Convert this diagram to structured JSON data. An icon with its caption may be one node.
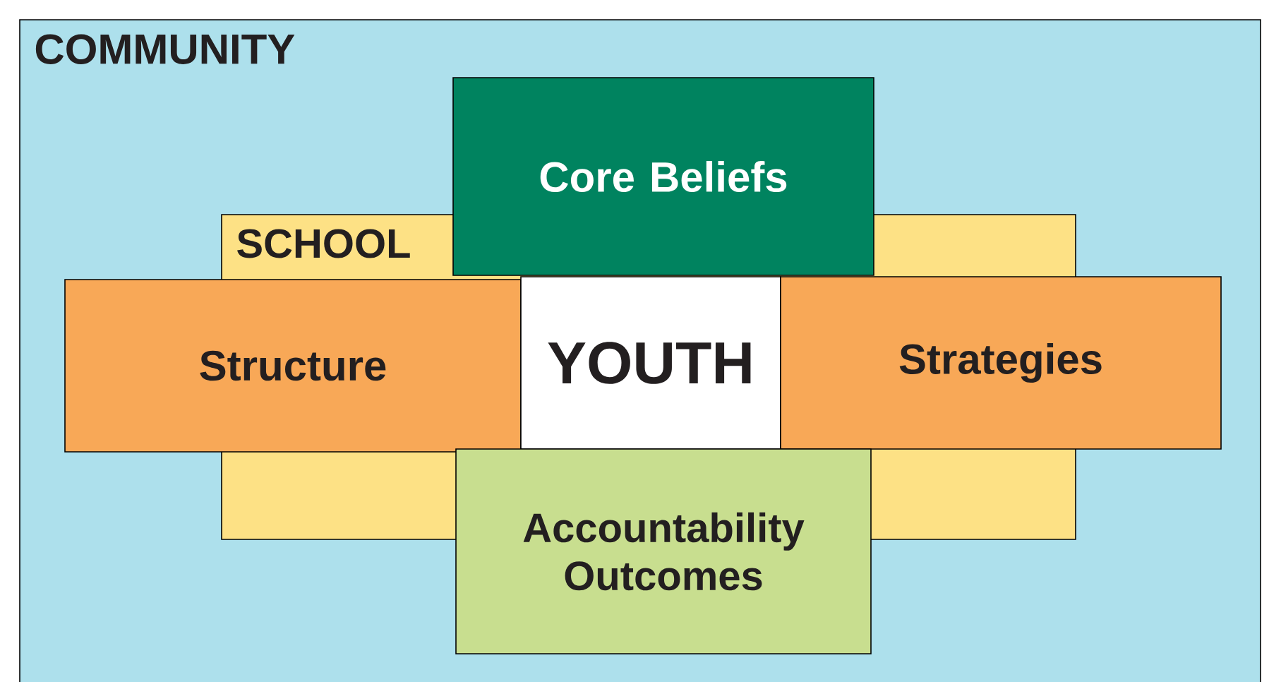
{
  "diagram": {
    "nodes": [
      {
        "text": [
          "COMMUNITY"
        ]
      },
      {
        "text": [
          "SCHOOL"
        ],
        "in": 0
      },
      {
        "text": [
          "Core Beliefs"
        ],
        "in": 0
      },
      {
        "text": [
          "Structure"
        ],
        "in": 0
      },
      {
        "text": [
          "YOUTH"
        ],
        "in": 1
      },
      {
        "text": [
          "Strategies"
        ],
        "in": 0
      },
      {
        "text": [
          "Accountability Outcomes"
        ],
        "in": 0
      }
    ]
  }
}
